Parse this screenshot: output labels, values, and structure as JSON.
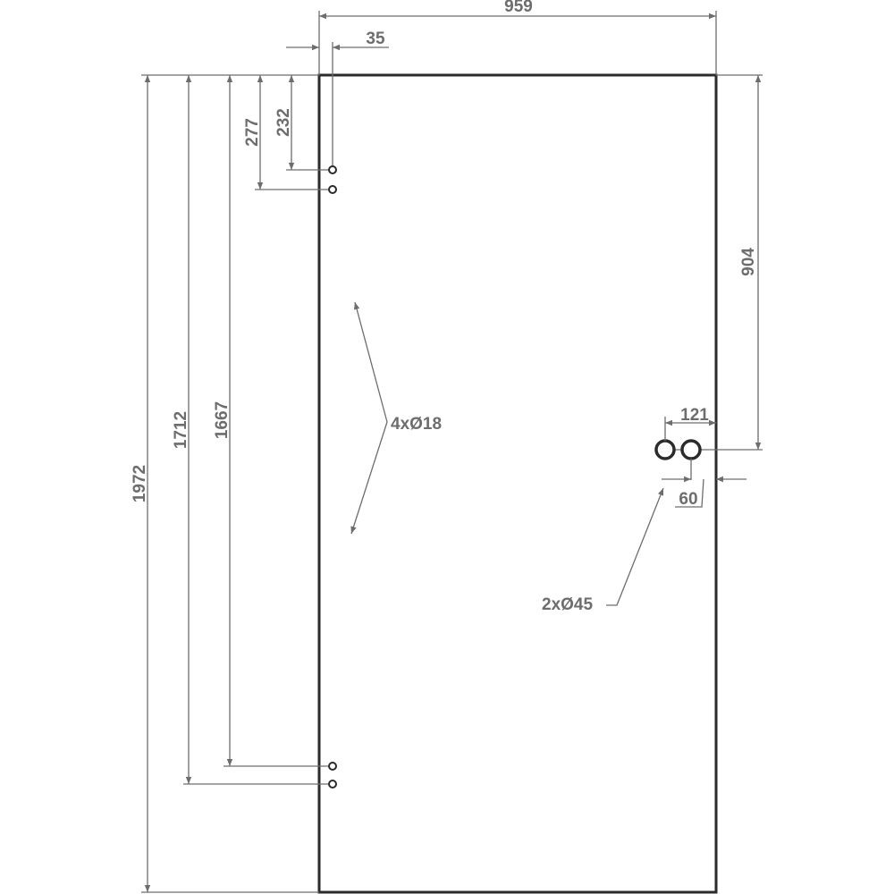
{
  "dimensions": {
    "width": "959",
    "edge_offset": "35",
    "hinge1_top": "232",
    "hinge1_bottom": "277",
    "hinge2_top": "1667",
    "hinge2_bottom": "1712",
    "height": "1972",
    "handle_height": "904",
    "handle_outer": "121",
    "handle_inner": "60"
  },
  "annotations": {
    "small_holes": "4xØ18",
    "large_holes": "2xØ45"
  },
  "colors": {
    "dimension": "#6d6d6d",
    "outline": "#2b2b2b"
  }
}
